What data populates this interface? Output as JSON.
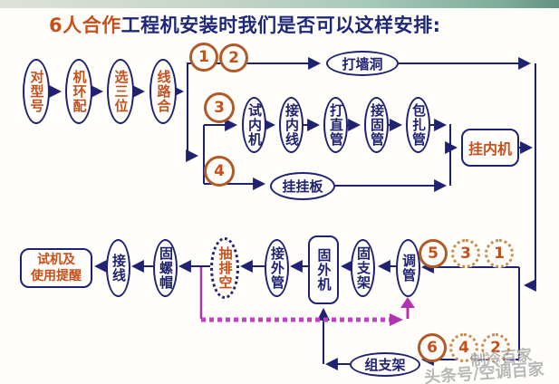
{
  "title": {
    "highlight": "6人合作",
    "rest": "工程机安装时我们是否可以这样安排:"
  },
  "nodes": {
    "model": "对型号",
    "env": "机环配",
    "pos": "选三位",
    "line": "线路合",
    "drill": "打墙洞",
    "test_indoor": "试内机",
    "wire_indoor": "接内线",
    "straight_pipe": "打直管",
    "fix_pipe": "接固管",
    "wrap_pipe": "包扎管",
    "plate": "挂挂板",
    "hang_indoor": "挂内机",
    "tune_pipe": "调管",
    "fix_bracket": "固支架",
    "fix_outdoor": "固外机",
    "outer_pipe": "接外管",
    "vacuum": "抽排空",
    "fix_nut": "固螺帽",
    "wiring": "接线",
    "test1": "试机及",
    "test2": "使用提醒",
    "assemble_bracket": "组支架"
  },
  "numbers": [
    "1",
    "2",
    "3",
    "4",
    "5",
    "6"
  ],
  "watermark": {
    "line1": "制冷百家",
    "line2": "头条号/空调百家"
  },
  "colors": {
    "navy": "#1e2270",
    "orange": "#c6501c",
    "circle_border": "#b05a28",
    "magenta": "#b233b2",
    "topbar_teal": "#7fab9a"
  }
}
